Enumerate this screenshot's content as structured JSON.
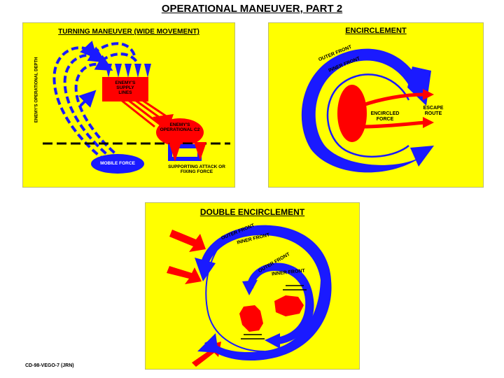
{
  "title": "OPERATIONAL MANEUVER, PART 2",
  "footer": "CD-98-VEGO-7 (JRN)",
  "panels": {
    "turning": {
      "title": "TURNING MANEUVER (WIDE MOVEMENT)",
      "depth_label": "ENEMY'S OPERATIONAL DEPTH",
      "supply_label": "ENEMY'S SUPPLY LINES",
      "center_label": "ENEMY'S OPERATIONAL C2",
      "mobile_force": "MOBILE FORCE",
      "supporting_attack": "SUPPORTING ATTACK OR FIXING FORCE"
    },
    "encirclement": {
      "title": "ENCIRCLEMENT",
      "outer_front": "OUTER FRONT",
      "inner_front": "INNER FRONT",
      "encircled_force": "ENCIRCLED FORCE",
      "escape_route": "ESCAPE ROUTE"
    },
    "double": {
      "title": "DOUBLE ENCIRCLEMENT",
      "outer_front_1": "OUTER FRONT",
      "inner_front_1": "INNER FRONT",
      "outer_front_2": "OUTER FRONT",
      "inner_front_2": "INNER FRONT"
    }
  },
  "colors": {
    "panel": "#ffff00",
    "friendly": "#1a1aff",
    "enemy": "#ff0000",
    "line": "#000000"
  }
}
